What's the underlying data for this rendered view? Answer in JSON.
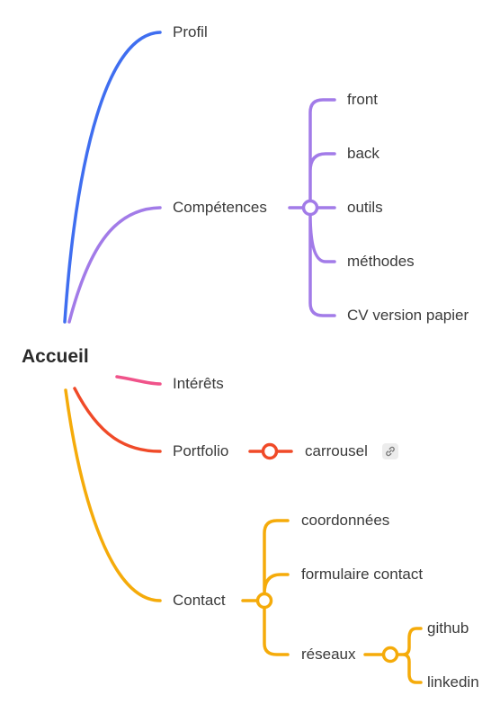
{
  "root": {
    "label": "Accueil"
  },
  "colors": {
    "profil": "#3f6ef0",
    "competences": "#a27be8",
    "interets": "#f0538a",
    "portfolio": "#f04a28",
    "contact": "#f5ab0a"
  },
  "branches": {
    "profil": {
      "label": "Profil"
    },
    "competences": {
      "label": "Compétences",
      "children": [
        "front",
        "back",
        "outils",
        "méthodes",
        "CV version papier"
      ]
    },
    "interets": {
      "label": "Intérêts"
    },
    "portfolio": {
      "label": "Portfolio",
      "child": {
        "label": "carrousel",
        "icon": "link-icon"
      }
    },
    "contact": {
      "label": "Contact",
      "children": [
        "coordonnées",
        "formulaire contact"
      ],
      "reseaux": {
        "label": "réseaux",
        "children": [
          "github",
          "linkedin"
        ]
      }
    }
  }
}
